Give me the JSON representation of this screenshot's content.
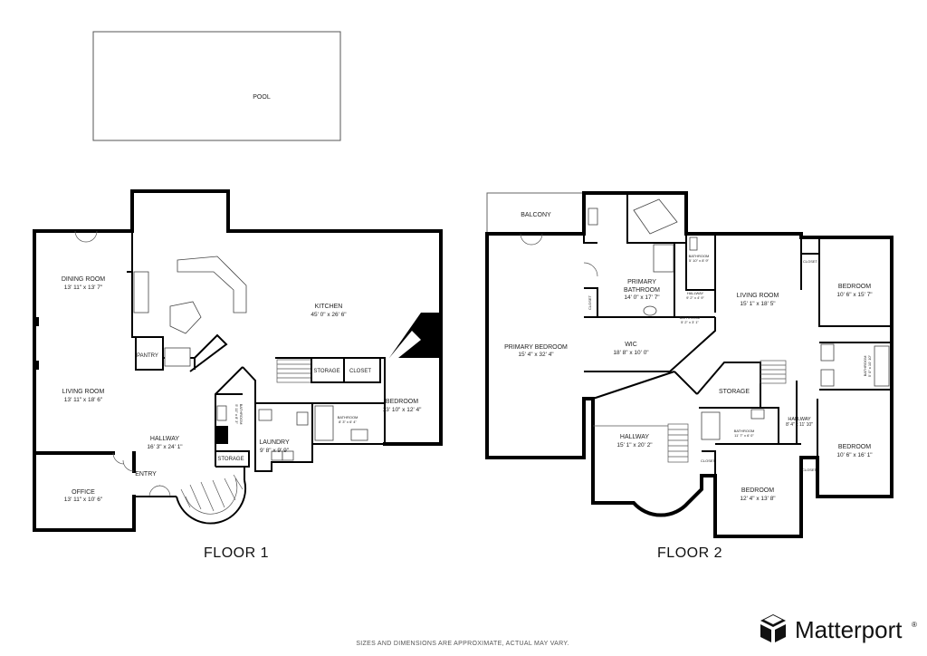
{
  "outdoor": {
    "pool": "POOL"
  },
  "floor1": {
    "title": "FLOOR 1",
    "rooms": {
      "dining": {
        "name": "DINING ROOM",
        "dim": "13' 11\" x 13' 7\""
      },
      "living": {
        "name": "LIVING ROOM",
        "dim": "13' 11\" x 18' 6\""
      },
      "kitchen": {
        "name": "KITCHEN",
        "dim": "45' 0\" x 26' 6\""
      },
      "pantry": {
        "name": "PANTRY"
      },
      "storage": {
        "name": "STORAGE"
      },
      "closet": {
        "name": "CLOSET"
      },
      "bedroom": {
        "name": "BEDROOM",
        "dim": "13' 10\" x 12' 4\""
      },
      "bathroom_small": {
        "name": "BATHROOM",
        "dim": "5' 11\" x 8' 3\""
      },
      "bathroom": {
        "name": "BATHROOM",
        "dim": "8' 3\" x 6' 4\""
      },
      "hallway": {
        "name": "HALLWAY",
        "dim": "16' 3\" x 24' 1\""
      },
      "laundry": {
        "name": "LAUNDRY",
        "dim": "9' 8\" x 9' 9\""
      },
      "storage2": {
        "name": "STORAGE"
      },
      "entry": {
        "name": "ENTRY"
      },
      "office": {
        "name": "OFFICE",
        "dim": "13' 11\" x 10' 6\""
      }
    }
  },
  "floor2": {
    "title": "FLOOR 2",
    "rooms": {
      "balcony": {
        "name": "BALCONY"
      },
      "primary_bedroom": {
        "name": "PRIMARY BEDROOM",
        "dim": "15' 4\" x 32' 4\""
      },
      "primary_bath_1": {
        "name": "PRIMARY"
      },
      "primary_bath_2": {
        "name": "BATHROOM",
        "dim": "14' 0\" x 17' 7\""
      },
      "bath_small": {
        "name": "BATHROOM",
        "dim": "5' 10\" x 8' 9\""
      },
      "hallway_small": {
        "name": "HALLWAY",
        "dim": "9' 2\" x 4' 9\""
      },
      "bath_small2": {
        "name": "BATHROOM",
        "dim": "5' 2\" x 3' 1\""
      },
      "closet_a": {
        "name": "CLOSET"
      },
      "wic": {
        "name": "WIC",
        "dim": "18' 8\" x 10' 0\""
      },
      "living": {
        "name": "LIVING ROOM",
        "dim": "15' 1\" x 18' 5\""
      },
      "closet_b": {
        "name": "CLOSET"
      },
      "bedroom_ne": {
        "name": "BEDROOM",
        "dim": "10' 6\" x 15' 7\""
      },
      "bath_east": {
        "name": "BATHROOM",
        "dim": "5' 0\" x 10' 10\""
      },
      "storage": {
        "name": "STORAGE"
      },
      "hallway": {
        "name": "HALLWAY",
        "dim": "15' 1\" x 20' 2\""
      },
      "bath_mid": {
        "name": "BATHROOM",
        "dim": "11' 7\" x 6' 0\""
      },
      "hallway_east": {
        "name": "HALLWAY",
        "dim": "8' 4\" x 11' 10\""
      },
      "bedroom_se": {
        "name": "BEDROOM",
        "dim": "10' 6\" x 16' 1\""
      },
      "closet_c": {
        "name": "CLOSET"
      },
      "closet_d": {
        "name": "CLOSET"
      },
      "bedroom_s": {
        "name": "BEDROOM",
        "dim": "12' 4\" x 13' 8\""
      }
    }
  },
  "footer": {
    "disclaimer": "SIZES AND DIMENSIONS ARE APPROXIMATE, ACTUAL MAY VARY.",
    "brand": "Matterport",
    "trademark": "®",
    "logo_icon": "matterport-cube-logo"
  }
}
